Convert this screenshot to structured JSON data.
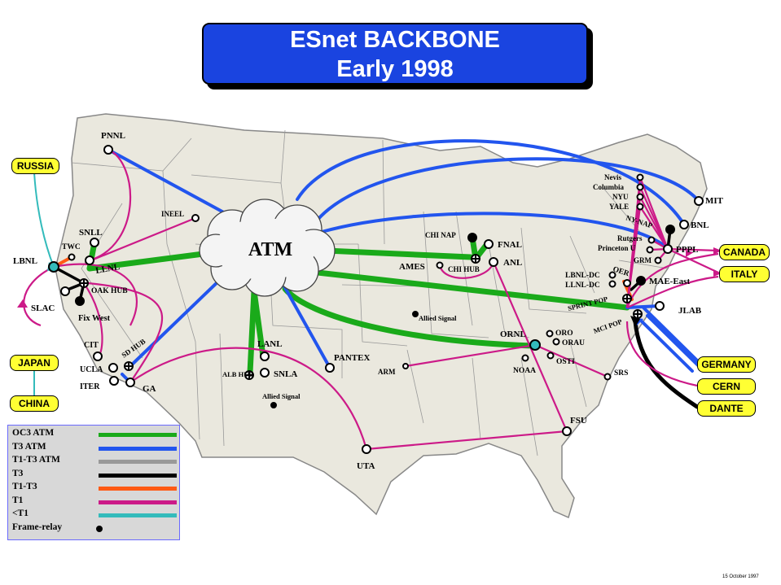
{
  "title": {
    "line1": "ESnet BACKBONE",
    "line2": "Early 1998"
  },
  "hub_label": "ATM",
  "sites": {
    "pnnl": "PNNL",
    "ineel": "INEEL",
    "snll": "SNLL",
    "twc": "TWC",
    "lbnl": "LBNL",
    "llnl": "LLNL",
    "oak_hub": "OAK HUB",
    "slac": "SLAC",
    "fix_west": "Fix West",
    "cit": "CIT",
    "ucla": "UCLA",
    "iter": "ITER",
    "ga": "GA",
    "sd_hub": "SD HUB",
    "lanl": "LANL",
    "alb_hub": "ALB HUB",
    "snla": "SNLA",
    "allied_signal": "Allied Signal",
    "pantex": "PANTEX",
    "arm": "ARM",
    "uta": "UTA",
    "ames": "AMES",
    "chi_nap": "CHI NAP",
    "fnal": "FNAL",
    "anl": "ANL",
    "chi_hub": "CHI HUB",
    "allied_signal_2": "Allied Signal",
    "ornl": "ORNL",
    "oro": "ORO",
    "orau": "ORAU",
    "osti": "OSTI",
    "noaa": "NOAA",
    "srs": "SRS",
    "fsu": "FSU",
    "nevis": "Nevis",
    "columbia": "Columbia",
    "nyu": "NYU",
    "yale": "YALE",
    "mit": "MIT",
    "ny_nap": "NY-NAP",
    "bnl": "BNL",
    "rutgers": "Rutgers",
    "princeton": "Princeton U",
    "pppl": "PPPL",
    "grm": "GRM",
    "lbnl_dc": "LBNL-DC",
    "llnl_dc": "LLNL-DC",
    "oer": "OER",
    "mae_east": "MAE-East",
    "sprint_pop": "SPRINT POP",
    "mci_pop": "MCI POP",
    "jlab": "JLAB"
  },
  "external": {
    "russia": "RUSSIA",
    "japan": "JAPAN",
    "china": "CHINA",
    "canada": "CANADA",
    "italy": "ITALY",
    "germany": "GERMANY",
    "cern": "CERN",
    "dante": "DANTE"
  },
  "legend": [
    {
      "label": "OC3    ATM",
      "color": "#1aaa1a",
      "kind": "line"
    },
    {
      "label": "T3      ATM",
      "color": "#2255ee",
      "kind": "line"
    },
    {
      "label": "T1-T3 ATM",
      "color": "#999999",
      "kind": "line"
    },
    {
      "label": "T3",
      "color": "#000000",
      "kind": "line"
    },
    {
      "label": "T1-T3",
      "color": "#ff5a14",
      "kind": "line"
    },
    {
      "label": "T1",
      "color": "#cc1a88",
      "kind": "line"
    },
    {
      "label": "<T1",
      "color": "#33bbbb",
      "kind": "line"
    },
    {
      "label": "Frame-relay",
      "color": "#000000",
      "kind": "dot"
    }
  ],
  "footnote": "15 October 1997"
}
